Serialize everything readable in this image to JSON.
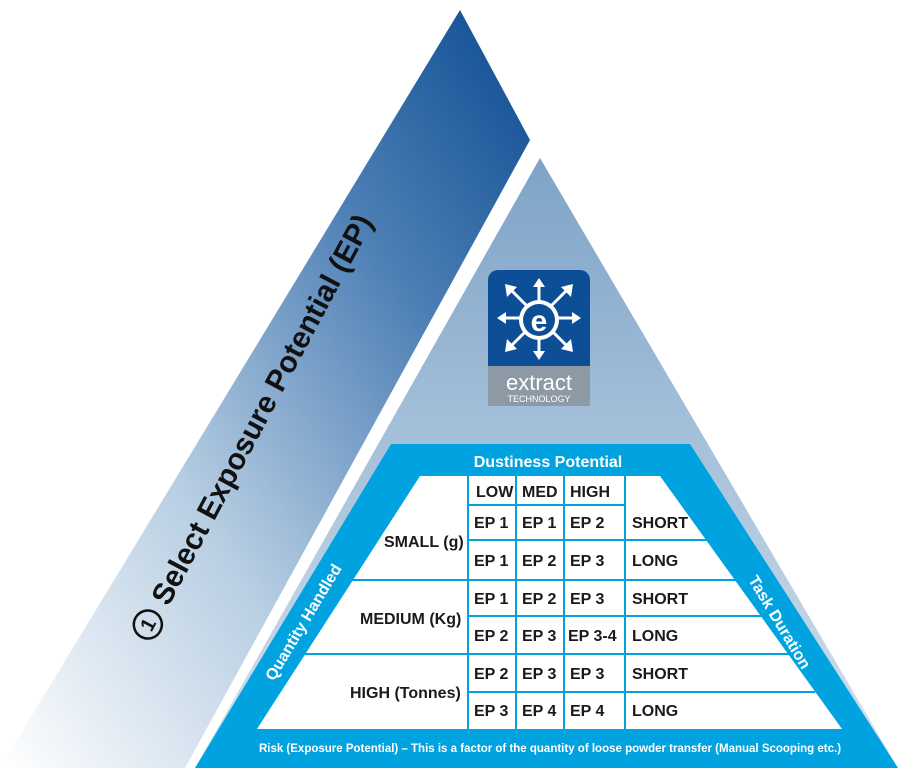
{
  "left_panel": {
    "step_number": "1",
    "title": "Select Exposure Potential (EP)"
  },
  "logo": {
    "word": "extract",
    "subword": "TECHNOLOGY",
    "letter": "e"
  },
  "header": "Dustiness Potential",
  "side_labels": {
    "left": "Quantity Handled",
    "right": "Task Duration"
  },
  "footer": "Risk (Exposure Potential)  – This is a factor of the quantity of loose powder transfer (Manual Scooping etc.)",
  "table": {
    "columns": [
      "LOW",
      "MED",
      "HIGH"
    ],
    "rows": [
      {
        "quantity": "SMALL (g)",
        "cells": [
          {
            "values": [
              "EP 1",
              "EP 1",
              "EP 2"
            ],
            "duration": "SHORT"
          },
          {
            "values": [
              "EP 1",
              "EP 2",
              "EP 3"
            ],
            "duration": "LONG"
          }
        ]
      },
      {
        "quantity": "MEDIUM (Kg)",
        "cells": [
          {
            "values": [
              "EP 1",
              "EP 2",
              "EP 3"
            ],
            "duration": "SHORT"
          },
          {
            "values": [
              "EP 2",
              "EP 3",
              "EP 3-4"
            ],
            "duration": "LONG"
          }
        ]
      },
      {
        "quantity": "HIGH (Tonnes)",
        "cells": [
          {
            "values": [
              "EP 2",
              "EP 3",
              "EP 3"
            ],
            "duration": "SHORT"
          },
          {
            "values": [
              "EP 3",
              "EP 4",
              "EP 4"
            ],
            "duration": "LONG"
          }
        ]
      }
    ]
  }
}
